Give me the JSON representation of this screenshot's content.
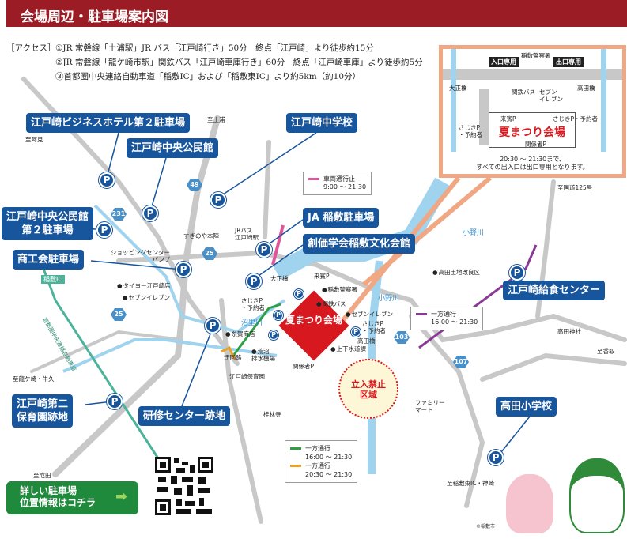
{
  "header": {
    "title": "会場周辺・駐車場案内図"
  },
  "access": {
    "label": "［アクセス］",
    "lines": [
      "①JR 常磐線「土浦駅」JR バス「江戸崎行き」50分　終点「江戸崎」より徒歩約15分",
      "②JR 常磐線「龍ケ崎市駅」関鉄バス「江戸崎車庫行き」60分　終点「江戸崎車庫」より徒歩約5分",
      "③首都圏中央連絡自動車道「稲敷IC」および「稲敷東IC」より約5km（約10分）"
    ]
  },
  "parking_callouts": {
    "hotel": "江戸崎ビジネスホテル第２駐車場",
    "kominkan": "江戸崎中央公民館",
    "chugakko": "江戸崎中学校",
    "kominkan2": "江戸崎中央公民館\n第２駐車場",
    "shokokai": "商工会駐車場",
    "ja": "JA 稲敷駐車場",
    "soka": "創価学会稲敷文化会館",
    "kyushoku": "江戸崎給食センター",
    "hoikuen": "江戸崎第二\n保育園跡地",
    "kenshu": "研修センター跡地",
    "takada": "高田小学校"
  },
  "parking_symbol": "P",
  "venue": {
    "name": "夏まつり会場"
  },
  "route_numbers": [
    "49",
    "231",
    "25",
    "25",
    "103",
    "107"
  ],
  "places": {
    "to_tsuchiura": "至土浦",
    "to_okami": "至阿見",
    "inashiki_ic": "稲敷IC",
    "expressway": "首都圏中央連絡自動車道",
    "to_ryugasaki": "至龍ケ崎・牛久",
    "to_narita": "至成田",
    "suginoya": "すぎのや本陣",
    "shopping": "ショッピングセンター\nパンプ",
    "taiyo": "タイヨー江戸崎店",
    "seven1": "セブンイレブン",
    "jr_bus": "JRバス\n江戸崎駅",
    "taisho_bridge": "大正橋",
    "raihin_p": "来賓P",
    "police": "稲敷警察署",
    "kantetsu": "関鉄バス",
    "seven2": "セブンイレブン",
    "sajiki_right": "さじきP\n・予約者",
    "sajiki_left": "さじきP\n・予約者",
    "takada_bridge": "高田橋",
    "sewer": "上下水道課",
    "kankeisha": "関係者P",
    "numazato": "沼里川",
    "itoga": "糸賀商店",
    "ohkairo": "迂回路",
    "arasuma": "荒沼\n排水機場",
    "hoikuen_place": "江戸崎保育園",
    "keirinji": "桂林寺",
    "ono_river1": "小野川",
    "ono_river2": "小野川",
    "takada_land": "高田土地改良区",
    "to_route125": "至国道125号",
    "takada_shrine": "高田神社",
    "to_katori": "至香取",
    "family_mart": "ファミリー\nマート",
    "to_inashiki_east": "至稲敷東IC・神崎",
    "copyright": "©稲敷市"
  },
  "no_entry": "立入禁止\n区域",
  "legends": {
    "closed": {
      "label": "車両通行止",
      "time": "9:00 ～ 21:30",
      "color": "#e0559a"
    },
    "oneway_purple": {
      "label": "一方通行",
      "time": "16:00 ～ 21:30",
      "color": "#8a3a96"
    },
    "oneway_green": {
      "label": "一方通行",
      "time": "16:00 ～ 21:30",
      "color": "#2ea043"
    },
    "oneway_orange": {
      "label": "一方通行",
      "time": "20:30 ～ 21:30",
      "color": "#f0a020"
    }
  },
  "inset": {
    "entrance": "入口専用",
    "exit": "出口専用",
    "police": "稲敷警察署",
    "taisho": "大正橋",
    "takada": "高田橋",
    "kantetsu": "関鉄バス",
    "seven": "セブン\nイレブン",
    "raihin": "来賓P",
    "sajiki_r": "さじきP・予約者",
    "sajiki_l": "さじきP\n・予約者",
    "venue": "夏まつり会場",
    "kankeisha": "関係者P",
    "note": "20:30 ～ 21:30まで、\nすべての出入口は出口専用となります。"
  },
  "cta": {
    "label": "詳しい駐車場\n位置情報はコチラ",
    "icon": "arrow-right-icon"
  },
  "colors": {
    "header": "#9b1c24",
    "callout": "#17559c",
    "venue": "#d7191f",
    "river": "#9fd3ee",
    "road": "#c8c8c8",
    "cta": "#1f8a3c"
  }
}
